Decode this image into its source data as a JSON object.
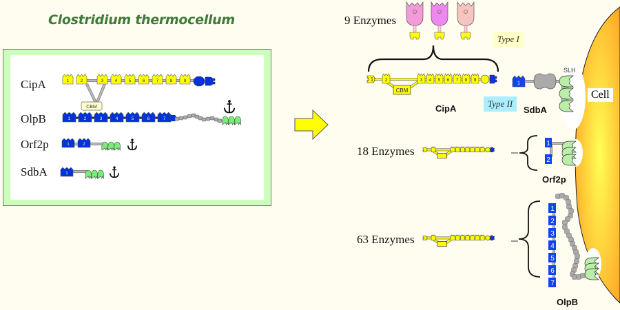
{
  "title": "Clostridium thermocellum",
  "left_panel": {
    "proteins": [
      {
        "name": "CipA",
        "modules": [
          "1",
          "2",
          "3",
          "4",
          "5",
          "6",
          "7",
          "8",
          "9"
        ],
        "cbm_label": "CBM"
      },
      {
        "name": "OlpB",
        "modules": [
          "1",
          "2",
          "3",
          "4",
          "5",
          "6",
          "7"
        ]
      },
      {
        "name": "Orf2p",
        "modules": [
          "1",
          "2"
        ]
      },
      {
        "name": "SdbA",
        "modules": [
          "1"
        ]
      }
    ]
  },
  "arrow": {
    "icon": "right-arrow-icon",
    "color": "#ffff00"
  },
  "right_panel": {
    "complexes": [
      {
        "enzymes_label": "9 Enzymes",
        "scaffold_label": "CipA",
        "anchor_label": "SdbA",
        "anchor_modules": [
          "1"
        ]
      },
      {
        "enzymes_label": "18 Enzymes",
        "anchor_label": "Orf2p",
        "anchor_modules": [
          "1",
          "2"
        ]
      },
      {
        "enzymes_label": "63 Enzymes",
        "anchor_label": "OlpB",
        "anchor_modules": [
          "1",
          "2",
          "3",
          "4",
          "5",
          "6",
          "7"
        ]
      }
    ],
    "cipa_modules": [
      "1",
      "2",
      "3",
      "4",
      "5",
      "6",
      "7",
      "8",
      "9"
    ],
    "cbm_label": "CBM",
    "type_i_label": "Type I",
    "type_ii_label": "Type II",
    "slh_label": "SLH",
    "cell_label": "Cell",
    "enzyme_colors": [
      "#f49ad8",
      "#ee88ee",
      "#f8c4c0"
    ]
  },
  "colors": {
    "cohesin_type1": "#ffff00",
    "cohesin_type2": "#0033dd",
    "slh": "#77ee77",
    "linker": "#bbbbbb",
    "cell": "#ffb833",
    "title": "#3e7a3a"
  }
}
